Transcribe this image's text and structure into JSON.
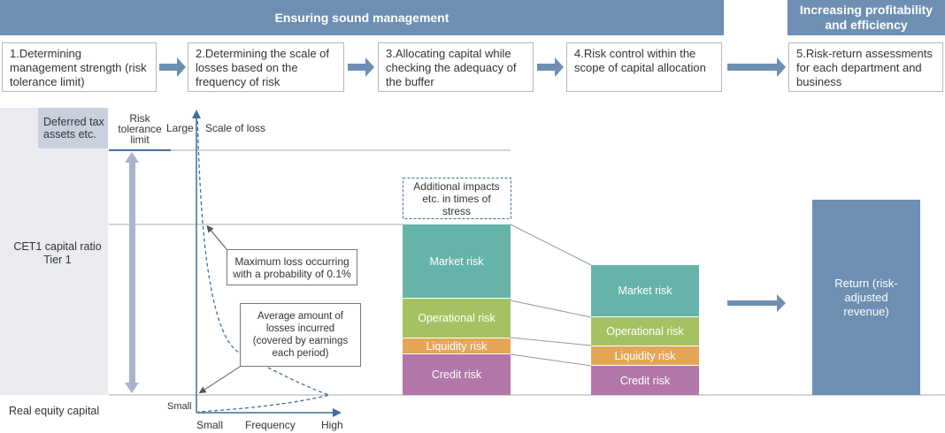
{
  "header": {
    "sound_management": "Ensuring sound management",
    "profitability": "Increasing profitability and efficiency"
  },
  "steps": [
    "1.Determining management strength (risk tolerance limit)",
    "2.Determining the scale of losses based on the frequency of risk",
    "3.Allocating capital while checking the adequacy of the buffer",
    "4.Risk control within the scope of capital allocation",
    "5.Risk-return assessments for each department and business"
  ],
  "left": {
    "deferred_tax": "Deferred tax assets etc.",
    "cet1": "CET1 capital ratio Tier 1",
    "real_equity": "Real equity capital",
    "risk_tolerance": "Risk tolerance limit"
  },
  "axis": {
    "large": "Large",
    "scale_of_loss": "Scale of loss",
    "small_y": "Small",
    "small_x": "Small",
    "frequency": "Frequency",
    "high": "High"
  },
  "callouts": {
    "max_loss": "Maximum loss occurring with a probability of 0.1%",
    "average_loss": "Average amount of losses incurred (covered by earnings each period)"
  },
  "stress_box": "Additional impacts etc. in times of stress",
  "risks": {
    "market": "Market risk",
    "operational": "Operational risk",
    "liquidity": "Liquidity risk",
    "credit": "Credit risk"
  },
  "return_box": "Return (risk-adjusted revenue)",
  "colors": {
    "header": "#6d8fb2",
    "market": "#66b4a9",
    "operational": "#a5c263",
    "liquidity": "#e6a657",
    "credit": "#b077a8",
    "return": "#6d8fb2"
  }
}
